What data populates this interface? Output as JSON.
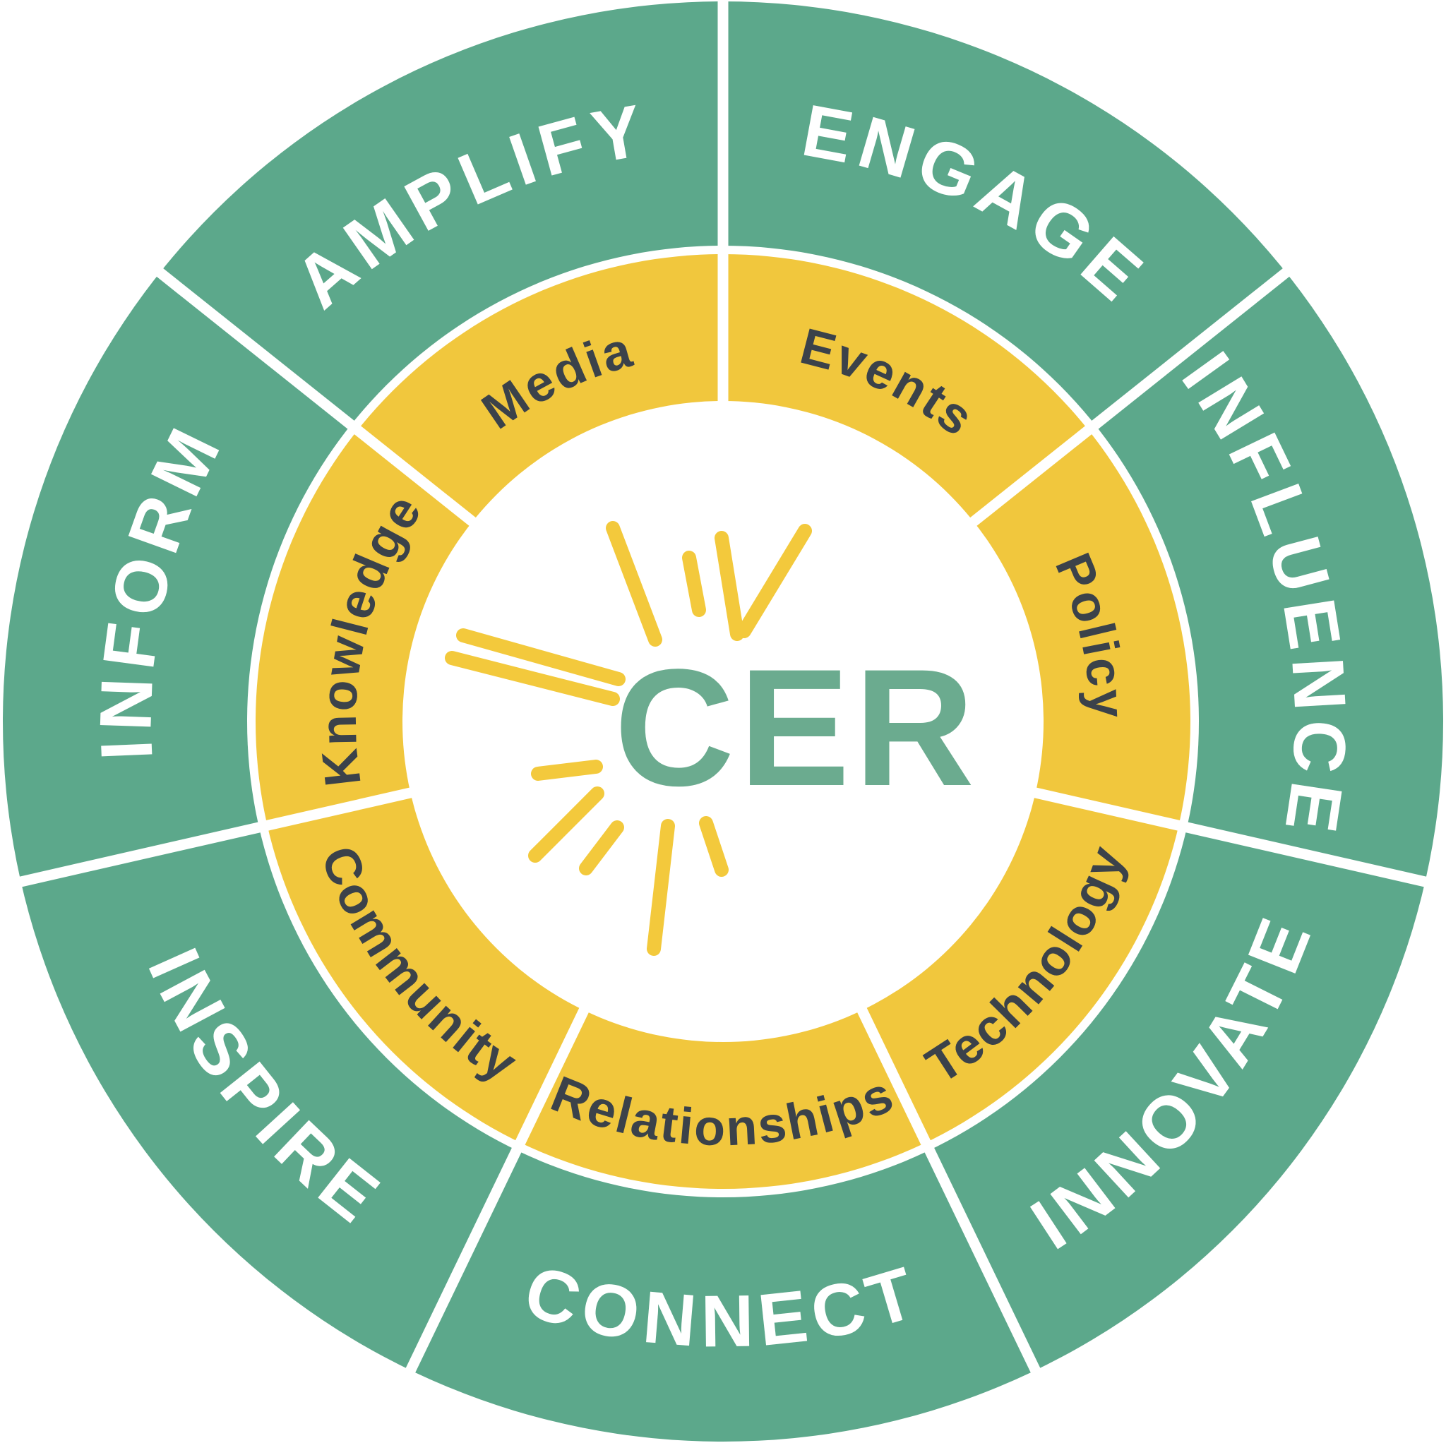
{
  "diagram": {
    "name": "CER engagement framework wheel",
    "center_logo": "CER"
  },
  "colors": {
    "outer_ring": "#5ca88b",
    "inner_ring": "#f1c73d",
    "outer_label_text": "#ffffff",
    "inner_label_text": "#3b424a",
    "logo_text": "#6bab8f",
    "sunburst": "#f3c93c",
    "background": "#ffffff",
    "divider": "#ffffff"
  },
  "sectors": [
    {
      "outer_label": "ENGAGE",
      "inner_label": "Events"
    },
    {
      "outer_label": "INFLUENCE",
      "inner_label": "Policy"
    },
    {
      "outer_label": "INNOVATE",
      "inner_label": "Technology"
    },
    {
      "outer_label": "CONNECT",
      "inner_label": "Relationships"
    },
    {
      "outer_label": "INSPIRE",
      "inner_label": "Community"
    },
    {
      "outer_label": "INFORM",
      "inner_label": "Knowledge"
    },
    {
      "outer_label": "AMPLIFY",
      "inner_label": "Media"
    }
  ]
}
